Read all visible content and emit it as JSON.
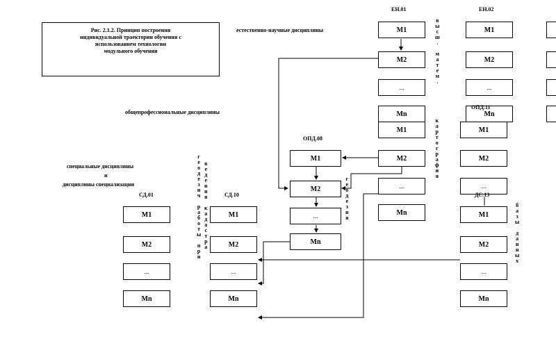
{
  "figure": {
    "caption": "Рис. 2.1.2. Принцип построения\nиндивидуальной траектории обучения с\nиспользованием технологии\nмодульного обучения"
  },
  "labels": {
    "natural_sciences": "естественно-научные дисциплины",
    "general_professional": "общепрофессиональные дисциплины",
    "special_disciplines": "специальные дисциплины",
    "and": "и",
    "specialization_disciplines": "дисциплины специализации"
  },
  "columns": {
    "en01": {
      "title": "ЕН.01",
      "boxes": [
        "М1",
        "М2",
        "...",
        "Мn"
      ]
    },
    "en02": {
      "title": "ЕН.02",
      "boxes": [
        "М1",
        "М2",
        "...",
        "Мn"
      ]
    },
    "opd11": {
      "title": "ОПД.11",
      "boxes": [
        "М1",
        "М2",
        "...",
        "Мn"
      ]
    },
    "opd08": {
      "title": "ОПД.08",
      "boxes": [
        "М1",
        "М2",
        "...",
        "Мn"
      ]
    },
    "sd01": {
      "title": "СД.01",
      "boxes": [
        "М1",
        "М2",
        "...",
        "Мn"
      ]
    },
    "sd10": {
      "title": "СД.10",
      "boxes": [
        "М1",
        "М2",
        "...",
        "Мn"
      ]
    },
    "ds13": {
      "title": "ДС.13",
      "boxes": [
        "М1",
        "М2",
        "...",
        "Мn"
      ]
    },
    "en03": {
      "boxes": [
        "",
        "",
        "",
        ""
      ]
    }
  },
  "vertical_texts": {
    "higher_math": "в\nы\nс\nш\n.\n\nм\nа\nт\nе\nм\n.",
    "cartography": "к\nа\nр\nт\nо\nг\nр\nа\nф\nи\nя",
    "geodesy_right": "г\nе\nо\nд\nе\nз\nи\nя",
    "geodesy_works": "г\nе\nо\nд\nе\nз\nи\nч\n\nр\nа\nб\nо\nт\nы\n\nп\nр\nи",
    "cadastre": "в\nе\nд\nе\nн\nи\nя\n\nк\nа\nд\nа\nс\nт\nр\nа",
    "databases": "б\nа\nз\nы\n\nд\nа\nн\nн\nы\nх"
  }
}
